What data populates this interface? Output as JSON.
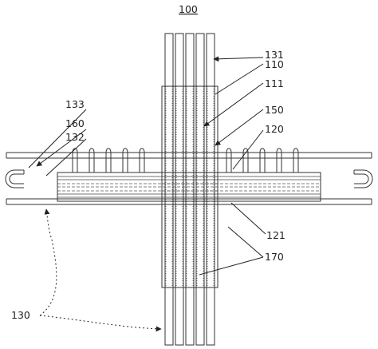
{
  "figure": {
    "title": "100",
    "labels": {
      "l131": "131",
      "l110": "110",
      "l111": "111",
      "l150": "150",
      "l120": "120",
      "l133": "133",
      "l160": "160",
      "l132": "132",
      "l121": "121",
      "l170": "170",
      "l130": "130"
    }
  }
}
